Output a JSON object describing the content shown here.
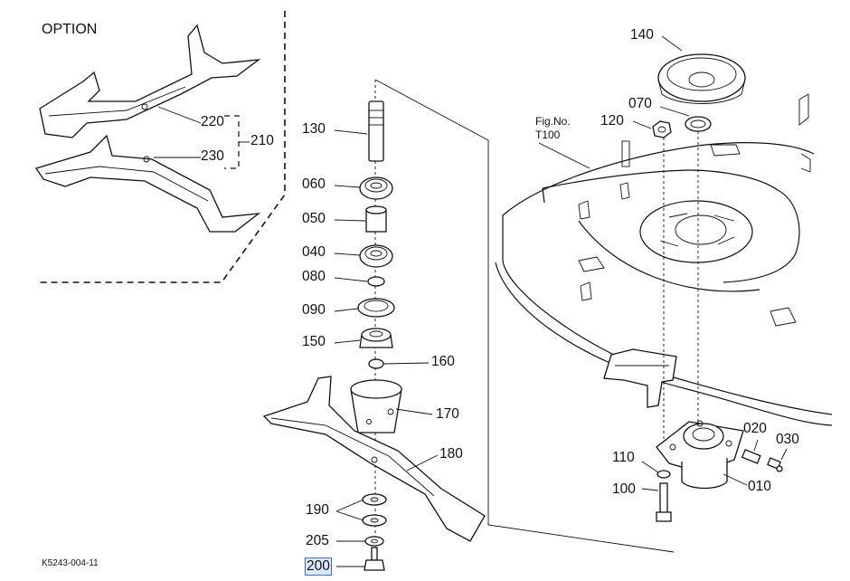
{
  "option_title": "OPTION",
  "figure_ref": {
    "line1": "Fig.No.",
    "line2": "T100"
  },
  "drawing_code": "K5243-004-11",
  "labels": {
    "p010": "010",
    "p020": "020",
    "p030": "030",
    "p040": "040",
    "p050": "050",
    "p060": "060",
    "p070": "070",
    "p080": "080",
    "p090": "090",
    "p100": "100",
    "p110": "110",
    "p120": "120",
    "p130": "130",
    "p140": "140",
    "p150": "150",
    "p160": "160",
    "p170": "170",
    "p180": "180",
    "p190": "190",
    "p200": "200",
    "p205": "205",
    "p210": "210",
    "p220": "220",
    "p230": "230"
  },
  "highlighted_part": "200"
}
